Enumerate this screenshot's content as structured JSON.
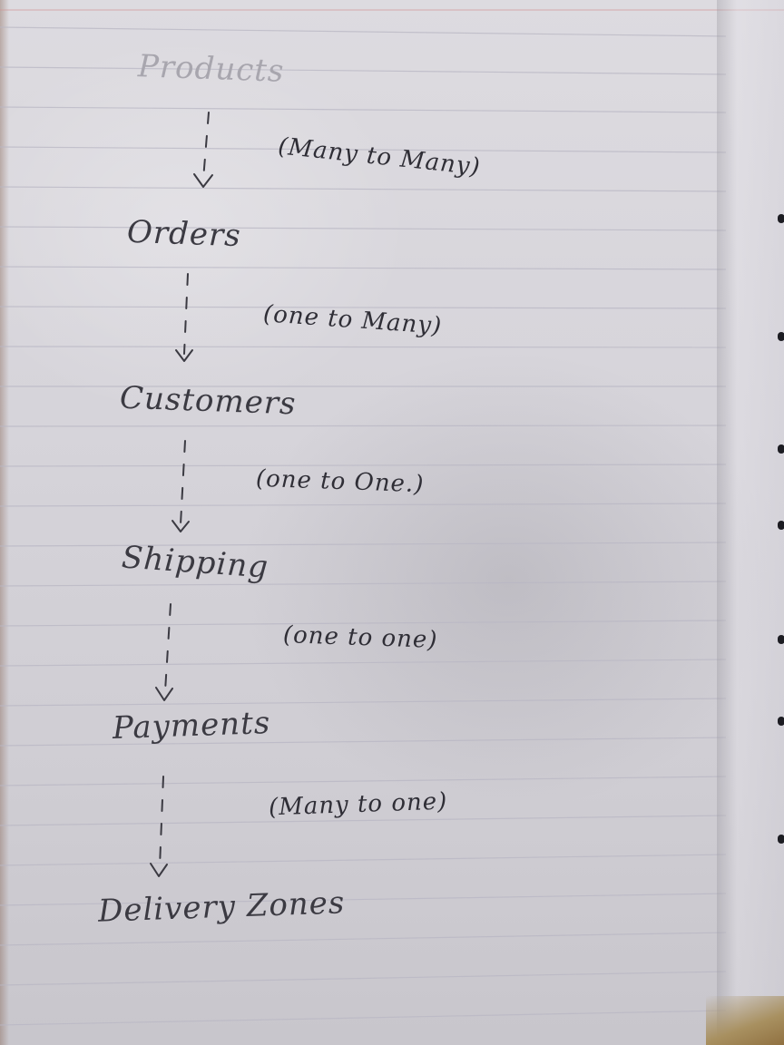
{
  "note": {
    "entities": [
      "Products",
      "Orders",
      "Customers",
      "Shipping",
      "Payments",
      "Delivery Zones"
    ],
    "relationships": [
      "(Many to Many)",
      "(one to Many)",
      "(one to One.)",
      "(one to one)",
      "(Many to one)"
    ]
  },
  "colors": {
    "ink": "#3b3a42",
    "paper": "#d8d6dc",
    "rule_lines": "#b9b7c4"
  }
}
